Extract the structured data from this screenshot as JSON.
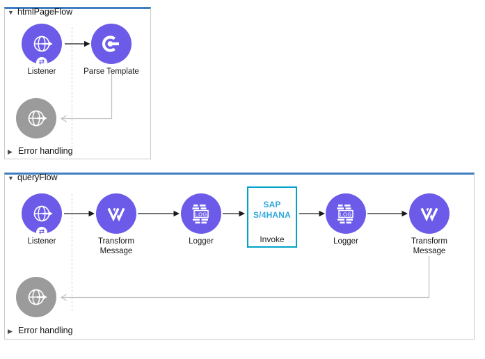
{
  "colors": {
    "node_purple": "#6b5be8",
    "node_gray": "#9b9b9b",
    "flow_accent_blue": "#3e7ec1",
    "container_border": "#c9c9c9",
    "sap_border": "#00a3c8",
    "sap_text_blue": "#2fa8dc",
    "return_connector_gray": "#bfbfbf",
    "arrow_black": "#1a1a1a"
  },
  "flows": [
    {
      "title": "htmlPageFlow",
      "expander": "▼",
      "error_expander": "▶",
      "error_handling": "Error handling",
      "nodes": [
        {
          "label": "Listener",
          "type": "http-listener"
        },
        {
          "label": "Parse Template",
          "type": "parse-template"
        }
      ]
    },
    {
      "title": "queryFlow",
      "expander": "▼",
      "error_expander": "▶",
      "error_handling": "Error handling",
      "nodes": [
        {
          "label": "Listener",
          "type": "http-listener"
        },
        {
          "label": "Transform Message",
          "type": "transform-message"
        },
        {
          "label": "Logger",
          "type": "logger"
        },
        {
          "title": "SAP S/4HANA",
          "label": "Invoke",
          "type": "sap-s4hana-invoke"
        },
        {
          "label": "Logger",
          "type": "logger"
        },
        {
          "label": "Transform Message",
          "type": "transform-message"
        }
      ]
    }
  ],
  "icons": {
    "logger_text": "LOG",
    "listener_badge": "⇄"
  }
}
